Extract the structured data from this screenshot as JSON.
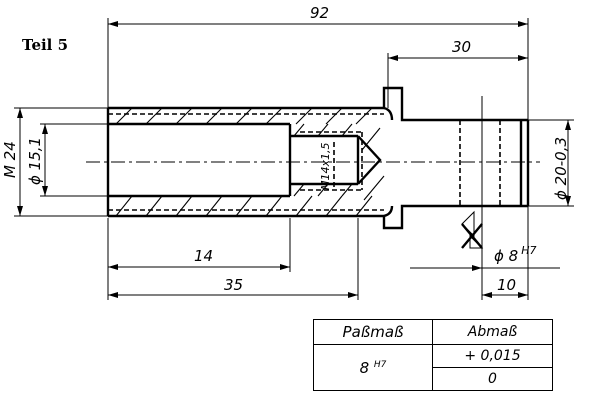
{
  "title": "Teil 5",
  "dimensions": {
    "overall_length": "92",
    "pin_length": "30",
    "thread_outer": "M 24",
    "bore_diameter": "ϕ 15,1",
    "inner_thread": "M14x1,5",
    "pin_diameter": "ϕ 20-0,3",
    "fit_diameter_base": "ϕ 8",
    "fit_diameter_tol": "H7",
    "thread_length": "14",
    "bore_depth": "35",
    "hole_position": "10"
  },
  "fit_table": {
    "header_fit": "Paßmaß",
    "header_deviation": "Abmaß",
    "fit_base": "8",
    "fit_tol": "H7",
    "upper_deviation": "+ 0,015",
    "lower_deviation": "0"
  }
}
